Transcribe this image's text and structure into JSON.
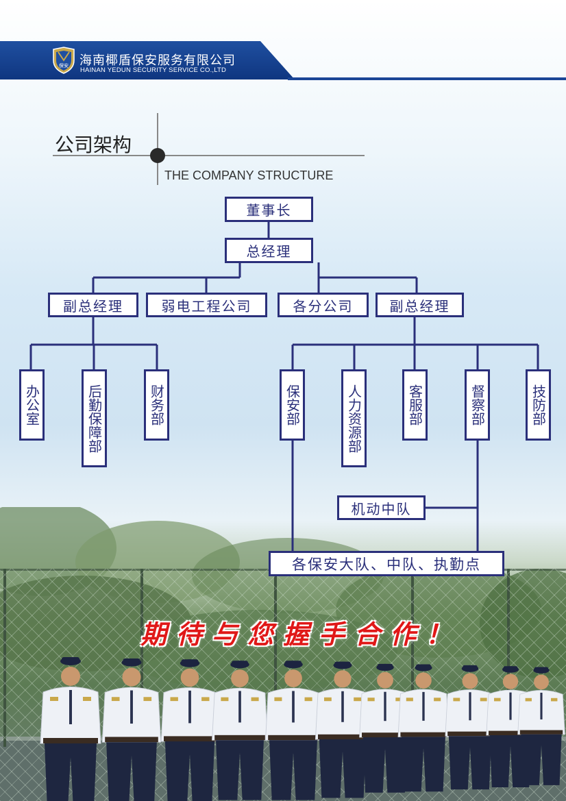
{
  "header": {
    "company_cn": "海南椰盾保安服务有限公司",
    "company_en": "HAINAN YEDUN SECURITY SERVICE CO.,LTD",
    "logo_text": "保安",
    "bar_color": "#1f4fa0"
  },
  "section": {
    "title": "公司架构",
    "subtitle": "THE COMPANY STRUCTURE"
  },
  "org": {
    "chairman": "董事长",
    "general_manager": "总经理",
    "level2": [
      "副总经理",
      "弱电工程公司",
      "各分公司",
      "副总经理"
    ],
    "left_depts": [
      "办公室",
      "后勤保障部",
      "财务部"
    ],
    "right_depts": [
      "保安部",
      "人力资源部",
      "客服部",
      "督察部",
      "技防部"
    ],
    "mobile_squad": "机动中队",
    "units": "各保安大队、中队、执勤点",
    "box_color": "#2a2f7a"
  },
  "slogan": "期待与您握手合作！",
  "photo": {
    "subject": "guards-lineup"
  }
}
